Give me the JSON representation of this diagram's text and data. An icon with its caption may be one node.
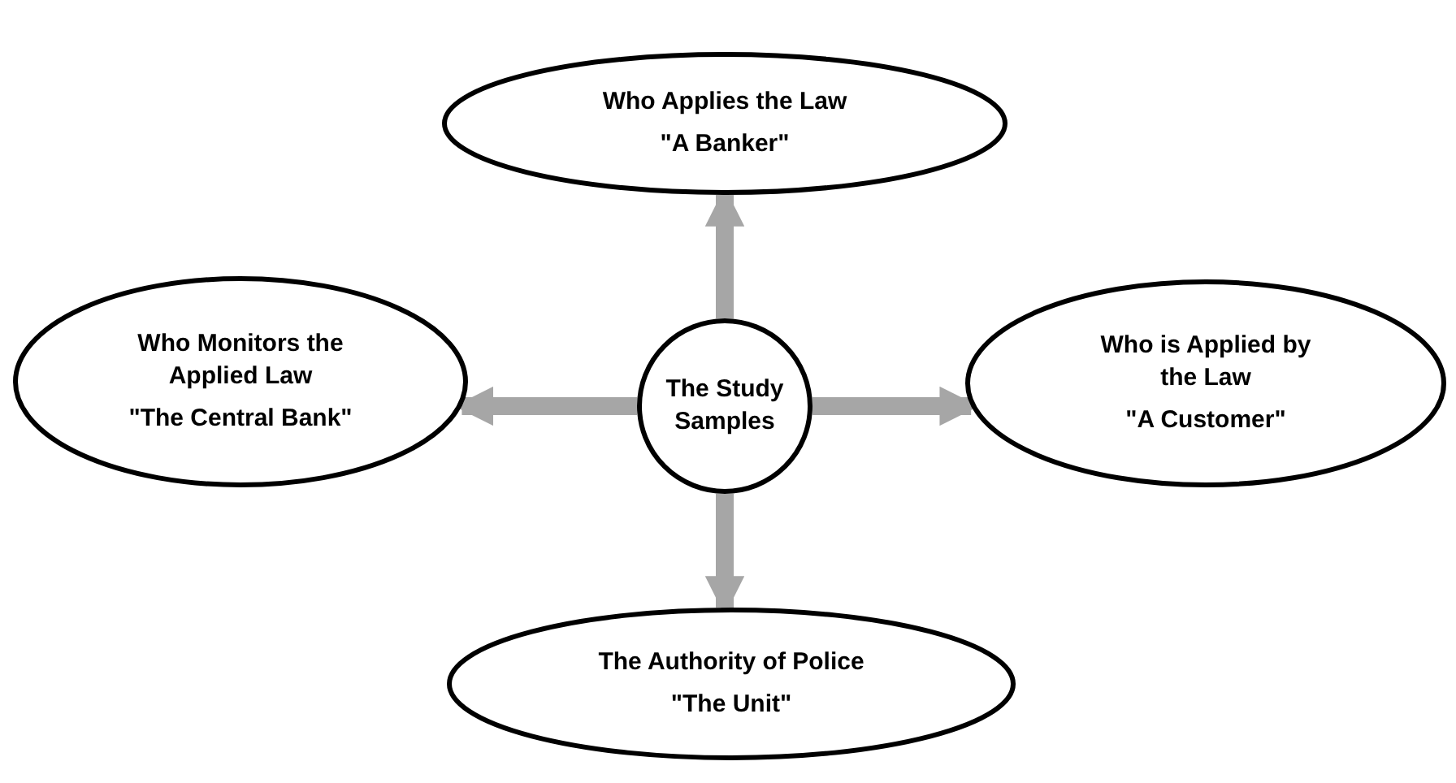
{
  "diagram": {
    "nodes": [
      {
        "text": [
          "The Study Samples"
        ]
      },
      {
        "text": [
          "Who Applies the Law",
          "\"A Banker\""
        ]
      },
      {
        "text": [
          "Who Monitors the Applied Law",
          "\"The Central Bank\""
        ]
      },
      {
        "text": [
          "Who is Applied by the Law",
          "\"A Customer\""
        ]
      },
      {
        "text": [
          "The Authority of Police",
          "\"The Unit\""
        ]
      }
    ],
    "edges": [
      {
        "from": 0,
        "to": 1,
        "arrow": "to"
      },
      {
        "from": 0,
        "to": 2,
        "arrow": "to"
      },
      {
        "from": 0,
        "to": 3,
        "arrow": "to"
      },
      {
        "from": 0,
        "to": 4,
        "arrow": "to"
      }
    ]
  }
}
